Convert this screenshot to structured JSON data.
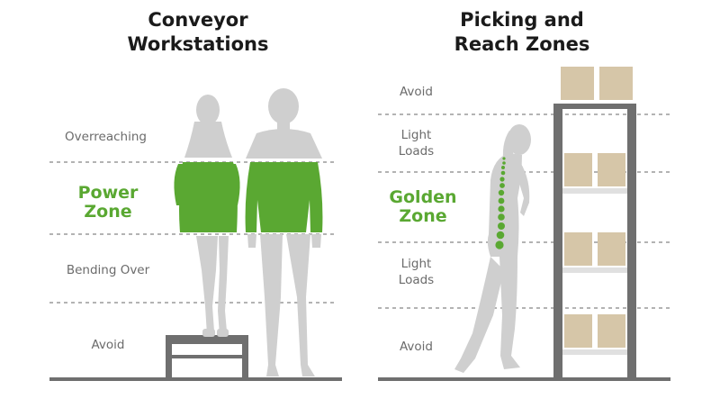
{
  "left_panel": {
    "title_line1": "Conveyor",
    "title_line2": "Workstations",
    "zones": {
      "overreaching": "Overreaching",
      "power_line1": "Power",
      "power_line2": "Zone",
      "bending": "Bending Over",
      "avoid": "Avoid"
    }
  },
  "right_panel": {
    "title_line1": "Picking and",
    "title_line2": "Reach Zones",
    "zones": {
      "avoid_top": "Avoid",
      "light_top_line1": "Light",
      "light_top_line2": "Loads",
      "golden_line1": "Golden",
      "golden_line2": "Zone",
      "light_bottom_line1": "Light",
      "light_bottom_line2": "Loads",
      "avoid_bottom": "Avoid"
    }
  },
  "colors": {
    "green": "#5aa832",
    "silhouette": "#cfcfcf",
    "box": "#d6c6a8",
    "shelf": "#6f6f6f",
    "dashed_line": "#9a9a9a"
  }
}
